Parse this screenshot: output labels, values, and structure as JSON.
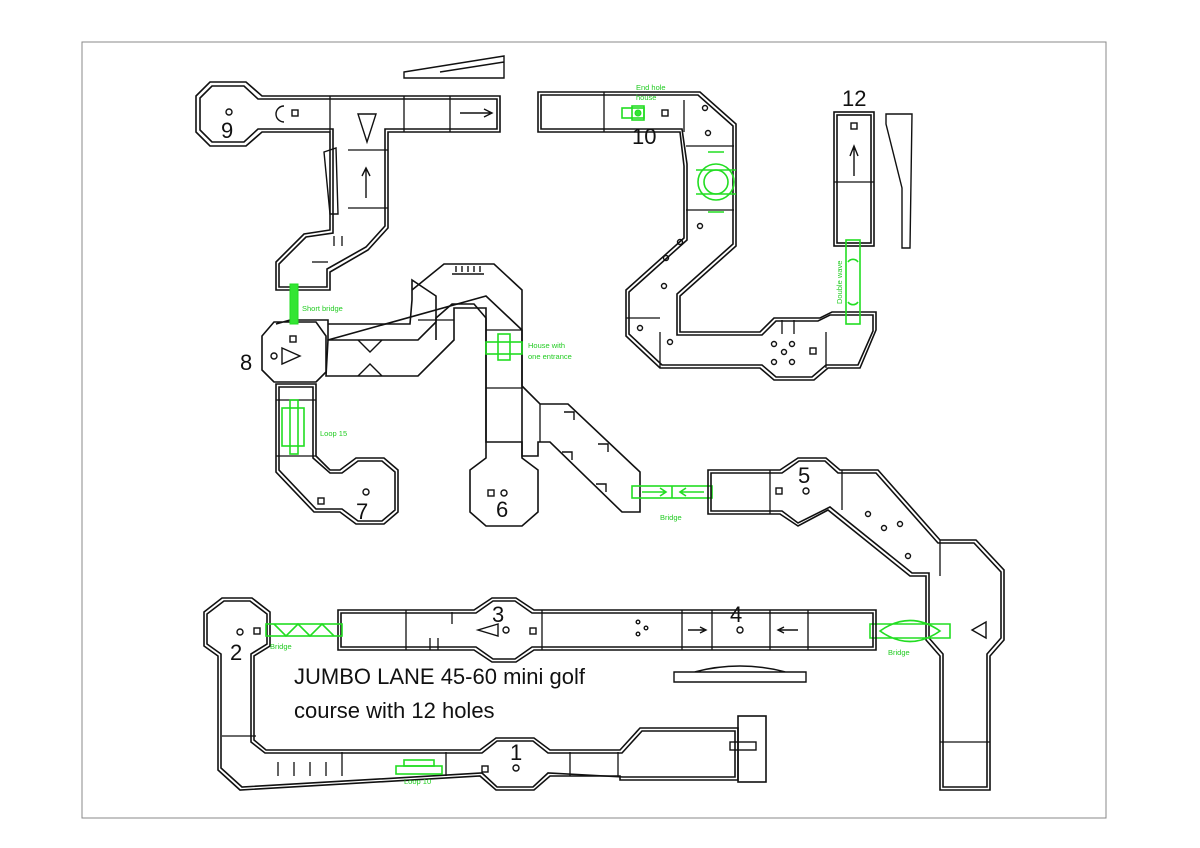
{
  "title": {
    "line1": "JUMBO LANE 45-60 mini golf",
    "line2": "course with 12 holes"
  },
  "holes": [
    {
      "id": "1",
      "label": "1"
    },
    {
      "id": "2",
      "label": "2"
    },
    {
      "id": "3",
      "label": "3"
    },
    {
      "id": "4",
      "label": "4"
    },
    {
      "id": "5",
      "label": "5"
    },
    {
      "id": "6",
      "label": "6"
    },
    {
      "id": "7",
      "label": "7"
    },
    {
      "id": "8",
      "label": "8"
    },
    {
      "id": "9",
      "label": "9"
    },
    {
      "id": "10",
      "label": "10"
    },
    {
      "id": "12",
      "label": "12"
    }
  ],
  "obstacles": {
    "end_hole_house": [
      "End hole",
      "house"
    ],
    "double_wave": "Double wave",
    "short_bridge": "Short bridge",
    "house_one_entrance": [
      "House with",
      "one entrance"
    ],
    "loop_15": "Loop 15",
    "bridge_6_5": "Bridge",
    "bridge_4_5": "Bridge",
    "bridge_2_3": "Bridge",
    "loop_10": "Loop 10"
  },
  "colors": {
    "lines": "#111111",
    "obstacles": "#22dd22",
    "frame": "#888888"
  }
}
